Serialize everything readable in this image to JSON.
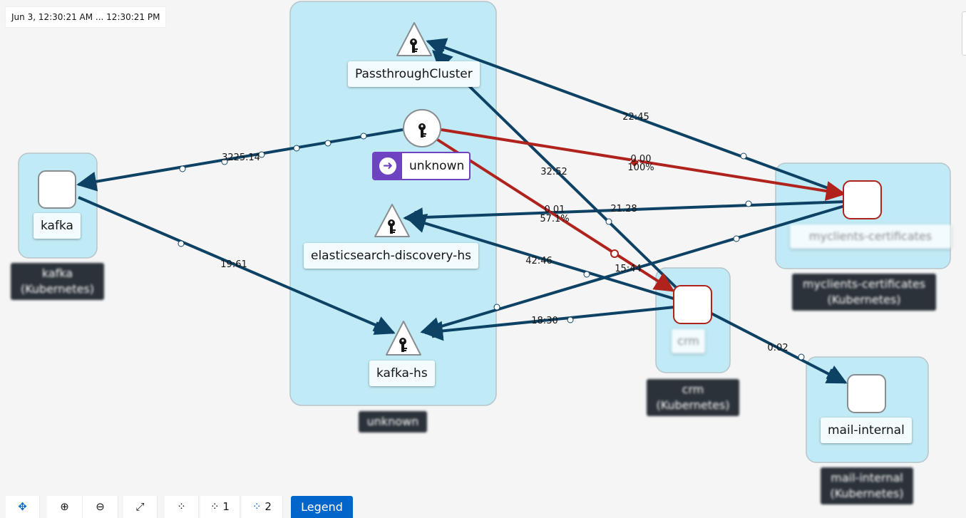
{
  "time_range": "Jun 3, 12:30:21 AM ... 12:30:21 PM",
  "groups": {
    "unknown_box": {
      "label": "unknown"
    }
  },
  "nodes": {
    "passthrough": {
      "label": "PassthroughCluster"
    },
    "unknown_service": {
      "label": "unknown"
    },
    "elasticsearch": {
      "label": "elasticsearch-discovery-hs"
    },
    "kafka_hs": {
      "label": "kafka-hs"
    },
    "kafka": {
      "label": "kafka",
      "namespace": "kafka (Kubernetes)"
    },
    "myclients": {
      "label": "myclients-certificates",
      "namespace": "myclients-certificates (Kubernetes)"
    },
    "crm": {
      "label": "crm",
      "namespace": "crm (Kubernetes)"
    },
    "mail": {
      "label": "mail-internal",
      "namespace": "mail-internal (Kubernetes)"
    }
  },
  "edges": {
    "e1": "3225.14",
    "e2": "19:61",
    "e3": "22:45",
    "e4": "32:52",
    "e5_rate": "0.00",
    "e5_pct": "100%",
    "e6": "21.28",
    "e7_rate": "0.01",
    "e7_pct": "57.1%",
    "e8": "42:46",
    "e9": "15:44",
    "e10": "18:30",
    "e11": "0:02"
  },
  "toolbar": {
    "layout1_count": "1",
    "layout2_count": "2",
    "legend_label": "Legend",
    "icons": [
      "pan-icon",
      "zoom-in-icon",
      "zoom-out-icon",
      "fit-icon",
      "layout-default-icon",
      "layout-1-icon",
      "layout-2-icon"
    ]
  },
  "colors": {
    "edge_ok": "#0d4264",
    "edge_error": "#b0221c",
    "box_fill": "#c0eaf6",
    "badge_purple": "#6f42c1",
    "legend_blue": "#0066cc"
  }
}
